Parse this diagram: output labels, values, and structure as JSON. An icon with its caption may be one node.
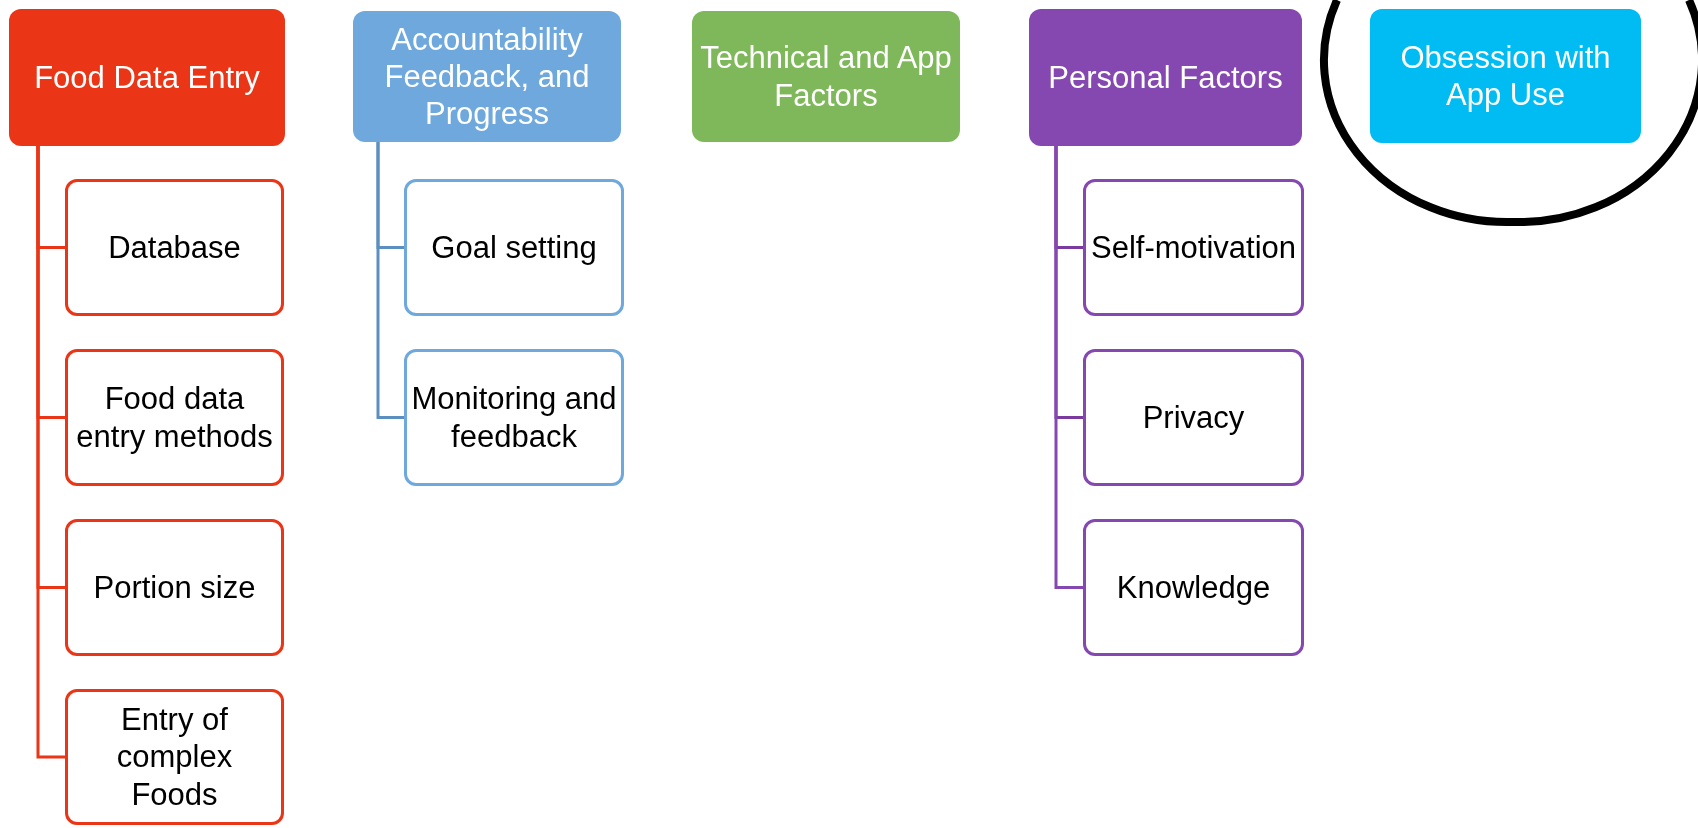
{
  "diagram": {
    "nodes": [
      {
        "text": [
          "Food Data Entry"
        ]
      },
      {
        "text": [
          "Database"
        ]
      },
      {
        "text": [
          "Food data entry methods"
        ]
      },
      {
        "text": [
          "Portion size"
        ]
      },
      {
        "text": [
          "Entry of complex Foods"
        ]
      },
      {
        "text": [
          "Accountability Feedback, and Progress"
        ]
      },
      {
        "text": [
          "Goal setting"
        ]
      },
      {
        "text": [
          "Monitoring and feedback"
        ]
      },
      {
        "text": [
          "Technical and App Factors"
        ]
      },
      {
        "text": [
          "Personal Factors"
        ]
      },
      {
        "text": [
          "Self-motivation"
        ]
      },
      {
        "text": [
          "Privacy"
        ]
      },
      {
        "text": [
          "Knowledge"
        ]
      },
      {
        "text": [
          "Obsession with App Use"
        ]
      }
    ],
    "edges": [
      {
        "from": 0,
        "to": 1,
        "arrow": "none",
        "color": "#ea3516"
      },
      {
        "from": 0,
        "to": 2,
        "arrow": "none",
        "color": "#ea3516"
      },
      {
        "from": 0,
        "to": 3,
        "arrow": "none",
        "color": "#ea3516"
      },
      {
        "from": 0,
        "to": 4,
        "arrow": "none",
        "color": "#ea3516"
      },
      {
        "from": 5,
        "to": 6,
        "arrow": "none",
        "color": "#5b8fbf"
      },
      {
        "from": 5,
        "to": 7,
        "arrow": "none",
        "color": "#5b8fbf"
      },
      {
        "from": 9,
        "to": 10,
        "arrow": "none",
        "color": "#7a3a9e"
      },
      {
        "from": 9,
        "to": 11,
        "arrow": "none",
        "color": "#7a3a9e"
      },
      {
        "from": 9,
        "to": 12,
        "arrow": "none",
        "color": "#8547b0"
      }
    ]
  }
}
